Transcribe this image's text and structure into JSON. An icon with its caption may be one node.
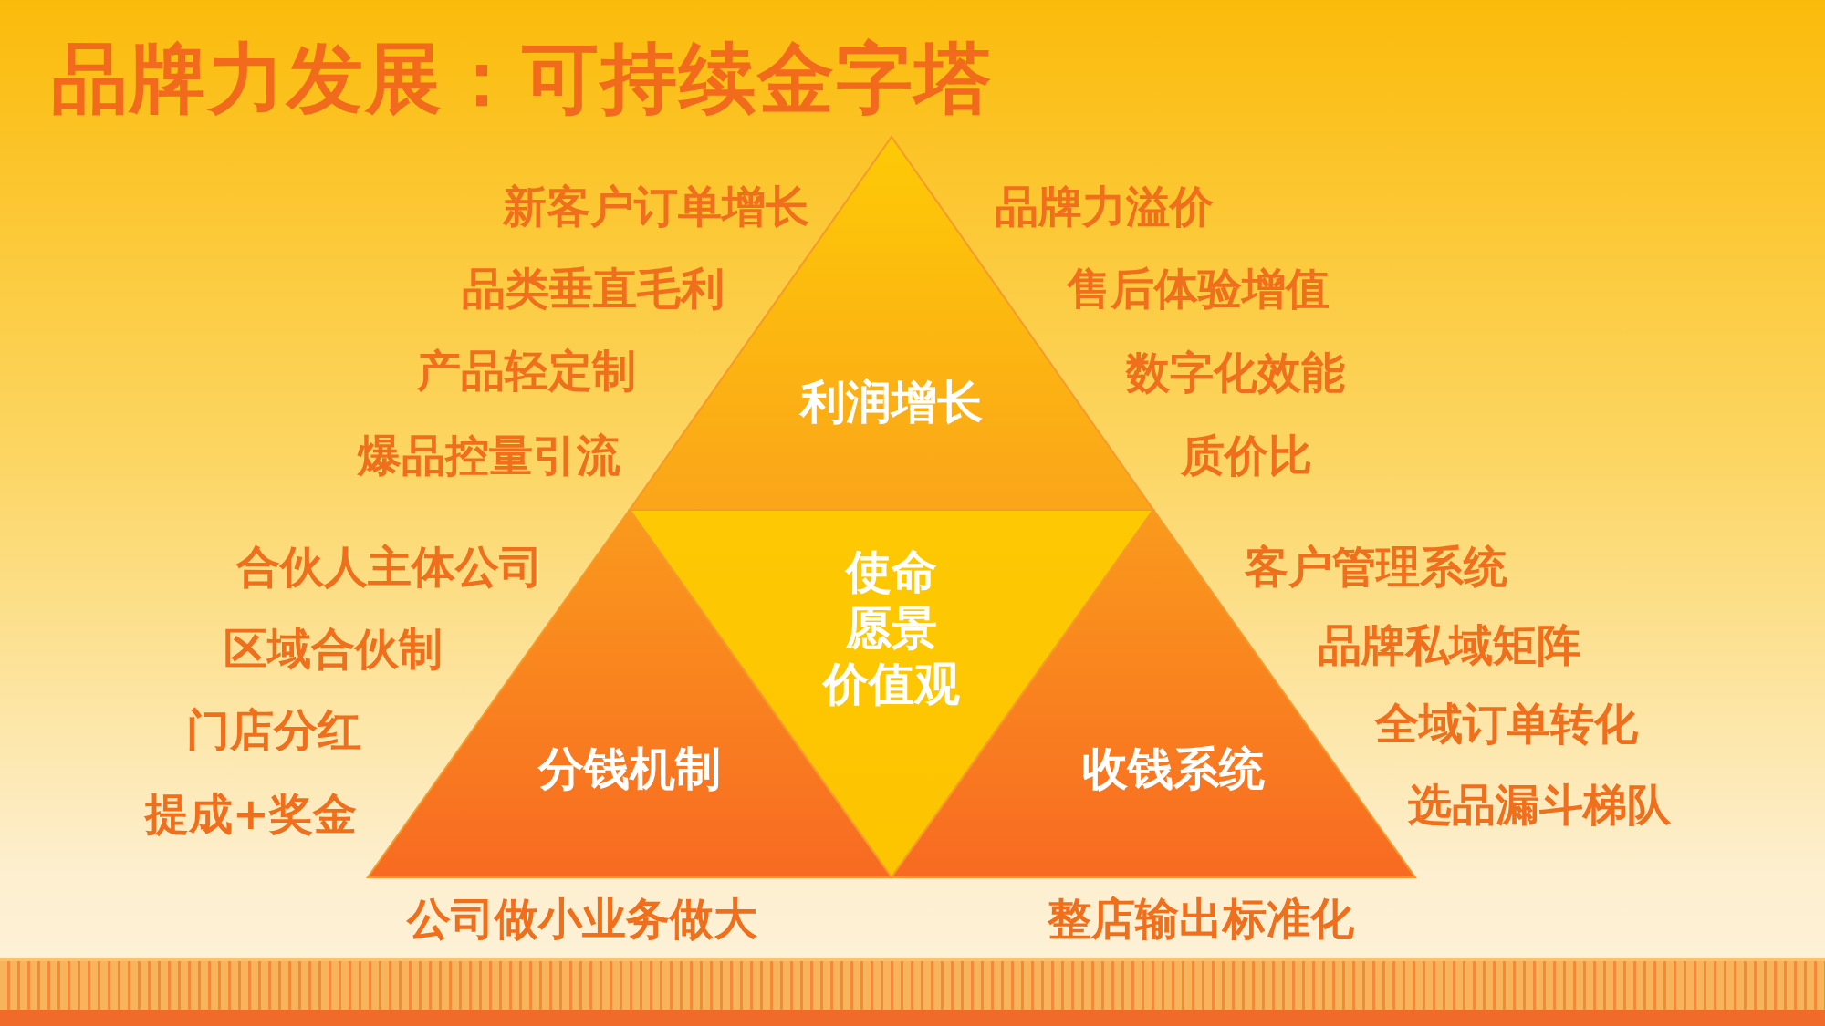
{
  "diagram": {
    "title": "品牌力发展：可持续金字塔",
    "nodes": [
      {
        "text": [
          "利润增长"
        ]
      },
      {
        "text": [
          "使命",
          "愿景",
          "价值观"
        ]
      },
      {
        "text": [
          "分钱机制"
        ]
      },
      {
        "text": [
          "收钱系统"
        ]
      }
    ],
    "labels": [
      "新客户订单增长",
      "品牌力溢价",
      "品类垂直毛利",
      "售后体验增值",
      "产品轻定制",
      "数字化效能",
      "爆品控量引流",
      "质价比",
      "合伙人主体公司",
      "客户管理系统",
      "区域合伙制",
      "品牌私域矩阵",
      "门店分红",
      "全域订单转化",
      "提成+奖金",
      "选品漏斗梯队",
      "公司做小业务做大",
      "整店输出标准化"
    ]
  }
}
